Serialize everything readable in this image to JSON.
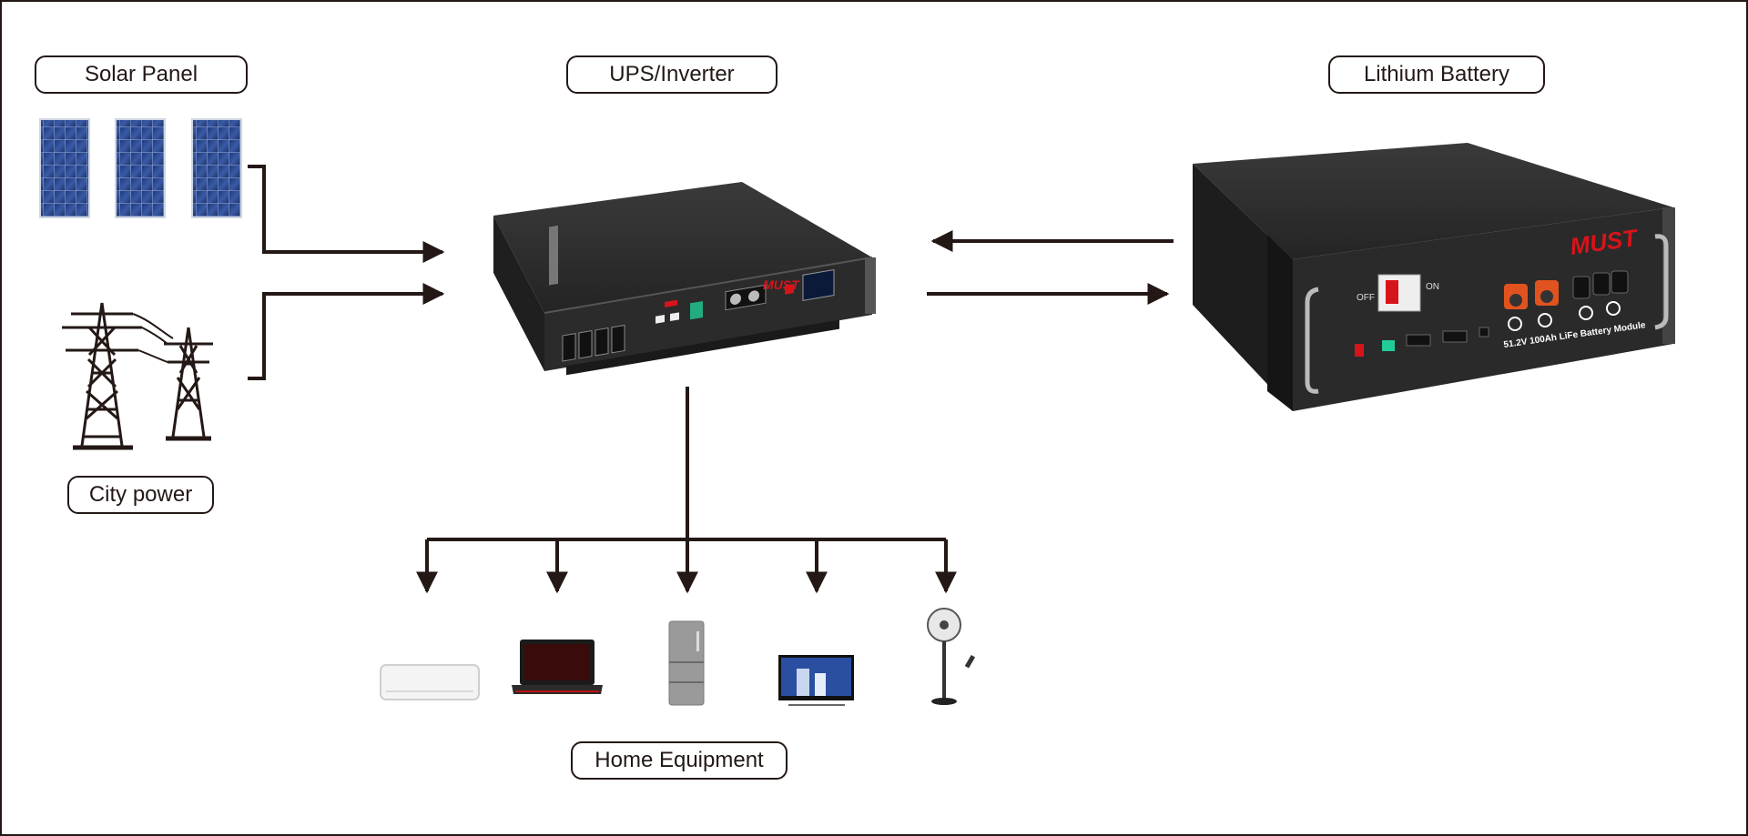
{
  "labels": {
    "solar_panel": "Solar Panel",
    "ups_inverter": "UPS/Inverter",
    "lithium_battery": "Lithium Battery",
    "city_power": "City power",
    "home_equipment": "Home Equipment"
  },
  "devices": {
    "inverter_brand": "MUST",
    "battery_brand": "MUST",
    "battery_module_text": "51.2V 100Ah LiFe Battery Module",
    "breaker_off": "OFF",
    "breaker_on": "ON"
  },
  "colors": {
    "line": "#231815",
    "device_dark": "#2b2b2b",
    "brand_red": "#d7141a",
    "terminal_orange": "#e0531f"
  }
}
